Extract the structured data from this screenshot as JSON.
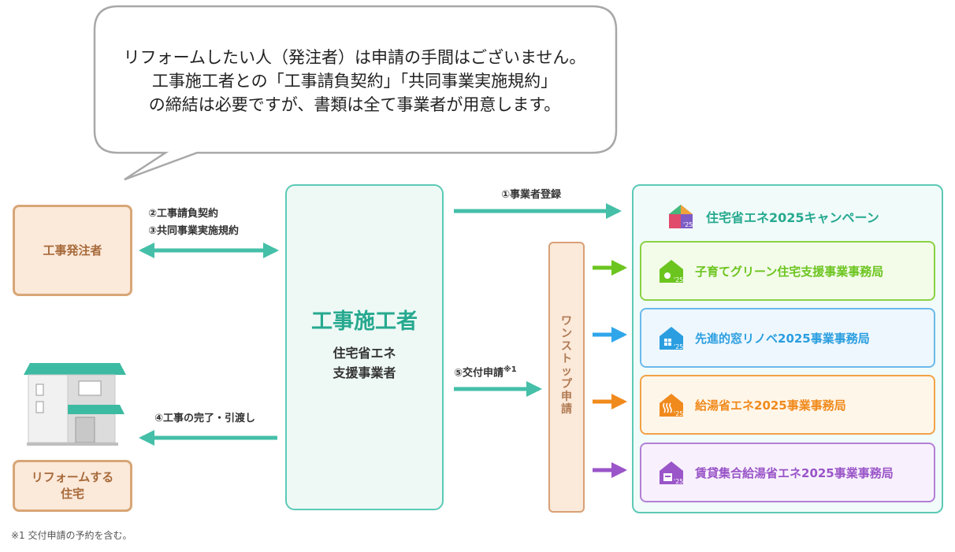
{
  "bubble": {
    "line1": "リフォームしたい人（発注者）は申請の手間はございません。",
    "line2": "工事施工者との「工事請負契約」「共同事業実施規約」",
    "line3": "の締結は必要ですが、書類は全て事業者が用意します。"
  },
  "client_box": {
    "label": "工事発注者"
  },
  "house_box": {
    "line1": "リフォームする",
    "line2": "住宅"
  },
  "contractor": {
    "title": "工事施工者",
    "sub1": "住宅省エネ",
    "sub2": "支援事業者"
  },
  "arrows": {
    "contract1": "②工事請負契約",
    "contract2": "③共同事業実施規約",
    "handover": "④工事の完了・引渡し",
    "registration": "①事業者登録",
    "application": "⑤交付申請",
    "application_note": "※1"
  },
  "onestop": {
    "chars": [
      "ワ",
      "ン",
      "ス",
      "ト",
      "ッ",
      "プ",
      "申",
      "請"
    ]
  },
  "campaign": {
    "title": "住宅省エネ2025キャンペーン",
    "icon_badge": "'25"
  },
  "offices": [
    {
      "label": "子育てグリーン住宅支援事業事務局",
      "color": "#6cc51f",
      "border": "#8ad143",
      "bg": "#f3fbe9",
      "icon": "leaf-house-icon",
      "badge": "'25"
    },
    {
      "label": "先進的窓リノベ2025事業事務局",
      "color": "#2a9ee0",
      "border": "#6ab9ea",
      "bg": "#eef7fd",
      "icon": "window-house-icon",
      "badge": "'25"
    },
    {
      "label": "給湯省エネ2025事業事務局",
      "color": "#f08a1c",
      "border": "#f2a248",
      "bg": "#fff6ea",
      "icon": "hot-water-house-icon",
      "badge": "'25"
    },
    {
      "label": "賃貸集合給湯省エネ2025事業事務局",
      "color": "#9a55c8",
      "border": "#b27fd6",
      "bg": "#f8f1fd",
      "icon": "rental-house-icon",
      "badge": "'25"
    }
  ],
  "footnote": "※1 交付申請の予約を含む。"
}
